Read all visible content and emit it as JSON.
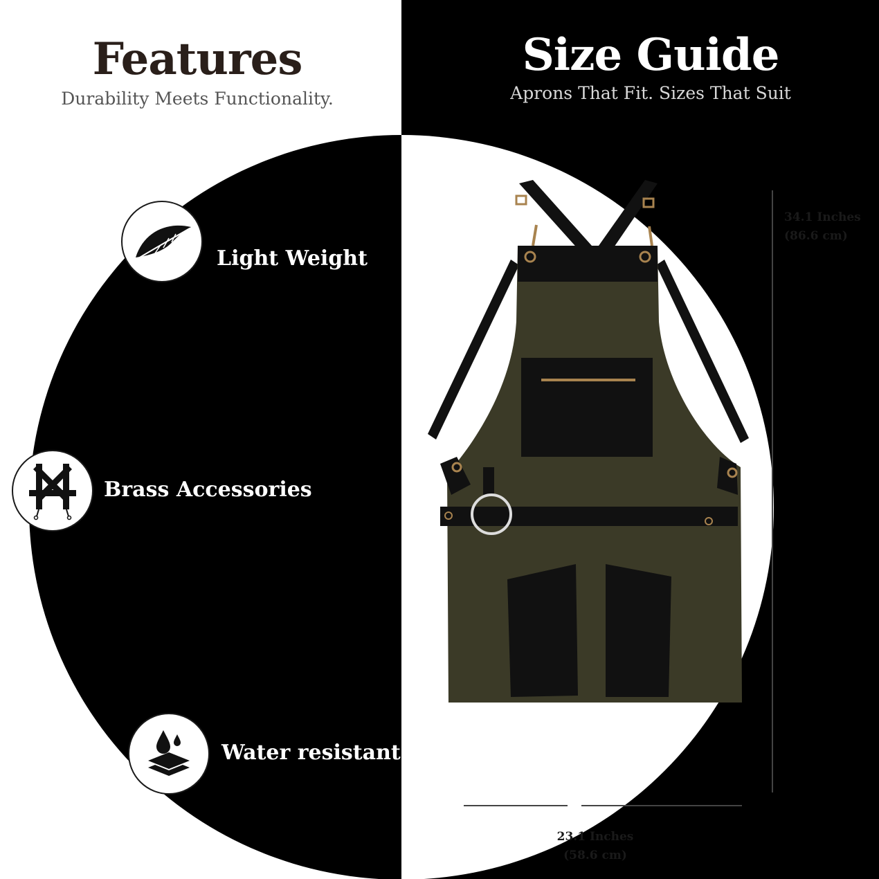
{
  "features": {
    "title": "Features",
    "subtitle": "Durability Meets Functionality.",
    "items": [
      {
        "label": "Light Weight",
        "icon": "feather-icon"
      },
      {
        "label": "Brass Accessories",
        "icon": "harness-icon"
      },
      {
        "label": "Water resistant",
        "icon": "water-layers-icon"
      }
    ]
  },
  "size_guide": {
    "title": "Size Guide",
    "subtitle": "Aprons That Fit. Sizes That Suit",
    "height": {
      "inches": "34.1 Inches",
      "cm": "(86.6 cm)"
    },
    "width": {
      "inches": "23.1 Inches",
      "cm": "(58.6 cm)"
    }
  },
  "colors": {
    "background_light": "#ffffff",
    "background_dark": "#000000",
    "heading_dark": "#2a1f1a",
    "apron_canvas": "#3b3a27",
    "apron_leather": "#111111",
    "brass": "#a8834f"
  }
}
